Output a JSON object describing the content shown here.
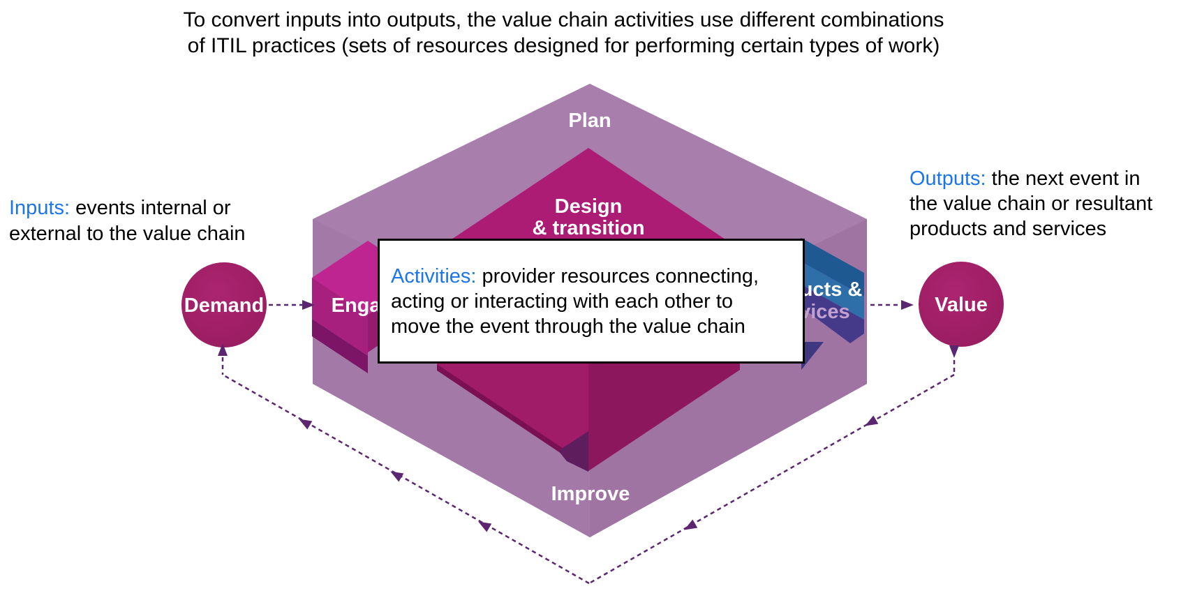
{
  "title": {
    "line1": "To convert inputs into outputs, the value chain activities use different combinations",
    "line2": "of ITIL practices (sets of resources designed for performing certain types of work)"
  },
  "inputs_label": {
    "prefix": "Inputs:",
    "line1_rest": " events internal or",
    "line2": "external to the value chain"
  },
  "outputs_label": {
    "prefix": "Outputs:",
    "line1_rest": " the next event in",
    "line2": "the value chain or resultant",
    "line3": "products and services"
  },
  "activities_box": {
    "prefix": "Activities:",
    "line1_rest": " provider resources connecting,",
    "line2": "acting or interacting with each other to",
    "line3": "move the event through the value chain"
  },
  "value_chain": {
    "plan": "Plan",
    "design_line1": "Design",
    "design_line2": "& transition",
    "engage": "Engage",
    "products_line1": "Products &",
    "products_line2": "Services",
    "improve": "Improve"
  },
  "nodes": {
    "demand": "Demand",
    "value": "Value"
  },
  "colors": {
    "highlight_blue": "#1C75E9",
    "platform_lavender": "#A87FAC",
    "design_magenta": "#AC1B74",
    "engage_magenta": "#BF2590",
    "deliver_blue_dark": "#1E5991",
    "deliver_blue_bright": "#2E6FA9",
    "products_violet": "#45398A",
    "node_berry": "#A12067",
    "arrow_purple": "#5B2570",
    "text_black": "#000000",
    "label_white": "#FFFFFF"
  }
}
